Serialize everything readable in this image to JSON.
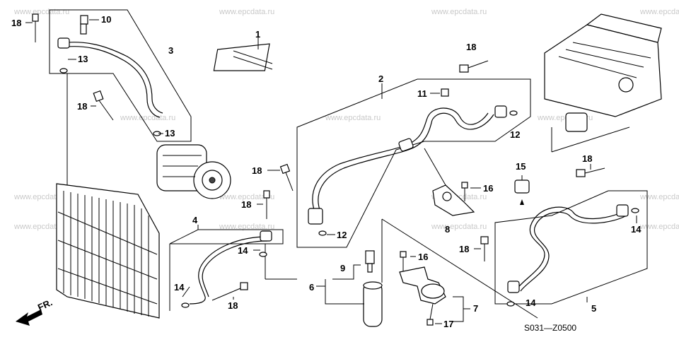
{
  "watermark": "www.epcdata.ru",
  "diagram_code": "S031—Z0500",
  "direction_label": "FR.",
  "callouts": [
    "18",
    "10",
    "3",
    "13",
    "1",
    "18",
    "13",
    "2",
    "11",
    "18",
    "12",
    "18",
    "4",
    "18",
    "16",
    "15",
    "8",
    "12",
    "18",
    "14",
    "9",
    "16",
    "6",
    "18",
    "14",
    "18",
    "7",
    "17",
    "5",
    "14",
    "14"
  ]
}
